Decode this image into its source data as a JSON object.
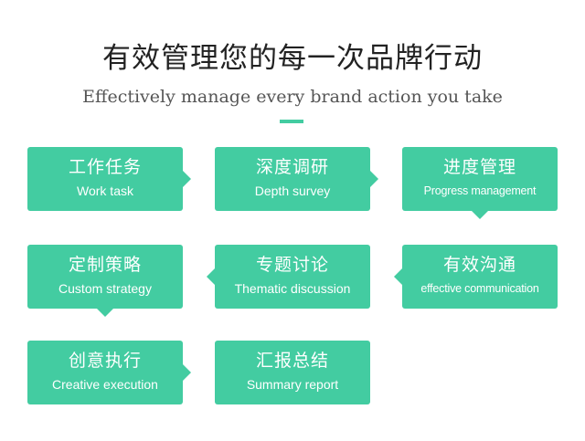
{
  "header": {
    "title": "有效管理您的每一次品牌行动",
    "subtitle": "Effectively manage every brand action you take"
  },
  "accent_color": "#43CCA1",
  "steps": [
    {
      "zh": "工作任务",
      "en": "Work task"
    },
    {
      "zh": "深度调研",
      "en": "Depth survey"
    },
    {
      "zh": "进度管理",
      "en": "Progress management"
    },
    {
      "zh": "定制策略",
      "en": "Custom strategy"
    },
    {
      "zh": "专题讨论",
      "en": "Thematic discussion"
    },
    {
      "zh": "有效沟通",
      "en": "effective communication"
    },
    {
      "zh": "创意执行",
      "en": "Creative execution"
    },
    {
      "zh": "汇报总结",
      "en": "Summary report"
    }
  ]
}
